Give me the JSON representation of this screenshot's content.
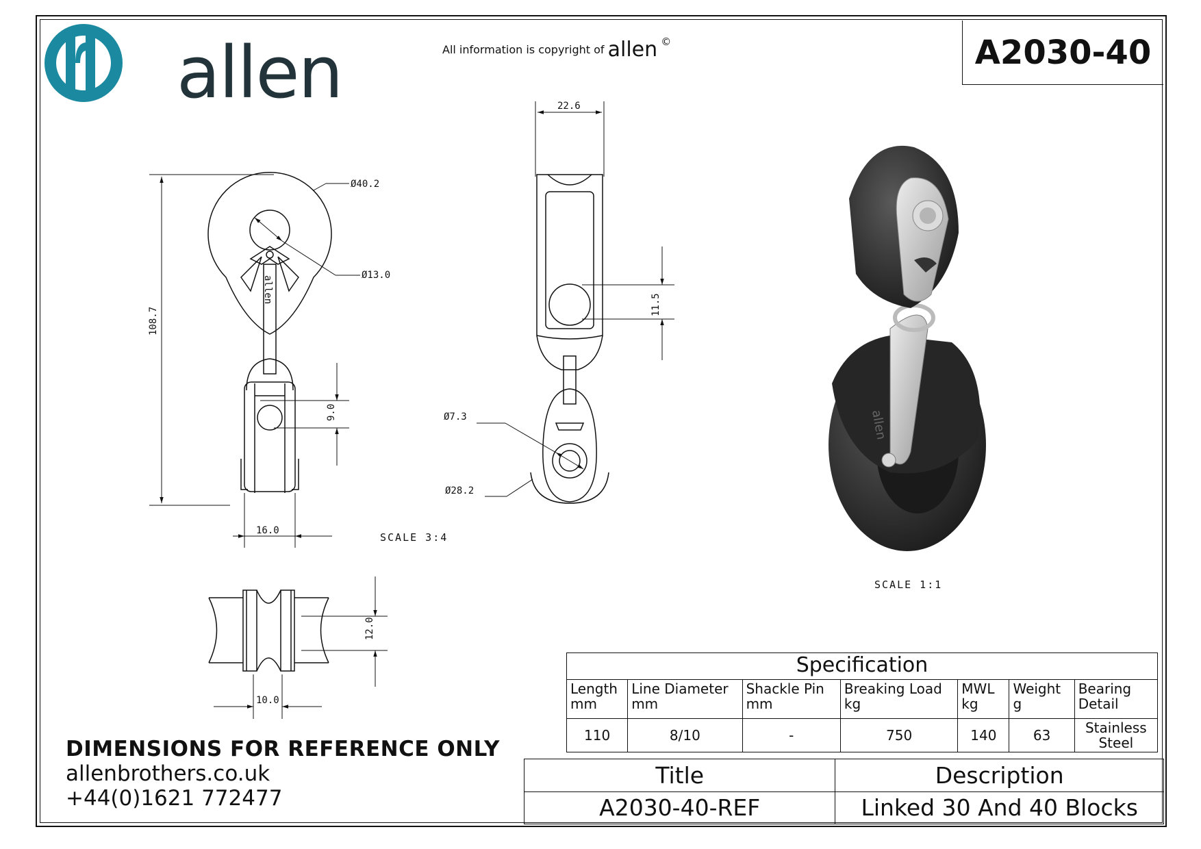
{
  "header": {
    "brand": "allen",
    "copyright_prefix": "All information is copyright of",
    "copyright_brand": "allen",
    "copyright_symbol": "©",
    "part_number": "A2030-40"
  },
  "dimensions": {
    "top_sheave_diameter": "Ø40.2",
    "hole_diameter": "Ø13.0",
    "overall_length": "108.7",
    "gap_9": "9.0",
    "width_16": "16.0",
    "thickness_22": "22.6",
    "gap_11": "11.5",
    "pin_diameter": "Ø7.3",
    "lower_sheave_diameter": "Ø28.2",
    "height_12": "12.0",
    "width_10": "10.0",
    "side_label": "allen",
    "render_label": "allen"
  },
  "scales": {
    "views": "SCALE 3:4",
    "render": "SCALE 1:1"
  },
  "spec": {
    "heading": "Specification",
    "columns": [
      {
        "name": "Length",
        "unit": "mm"
      },
      {
        "name": "Line Diameter",
        "unit": "mm"
      },
      {
        "name": "Shackle Pin",
        "unit": "mm"
      },
      {
        "name": "Breaking Load",
        "unit": "kg"
      },
      {
        "name": "MWL",
        "unit": "kg"
      },
      {
        "name": "Weight",
        "unit": "g"
      },
      {
        "name": "Bearing",
        "unit": "Detail"
      }
    ],
    "values": [
      "110",
      "8/10",
      "-",
      "750",
      "140",
      "63",
      "Stainless Steel"
    ]
  },
  "notes": {
    "disclaimer": "DIMENSIONS FOR REFERENCE ONLY",
    "website": "allenbrothers.co.uk",
    "phone": "+44(0)1621 772477"
  },
  "titleblock": {
    "title_label": "Title",
    "description_label": "Description",
    "title_value": "A2030-40-REF",
    "description_value": "Linked 30 And 40 Blocks"
  },
  "colors": {
    "brand_teal": "#1b8aa0",
    "brand_dark": "#23333a",
    "block_black": "#2b2b2b",
    "steel": "#c8c8c8"
  }
}
